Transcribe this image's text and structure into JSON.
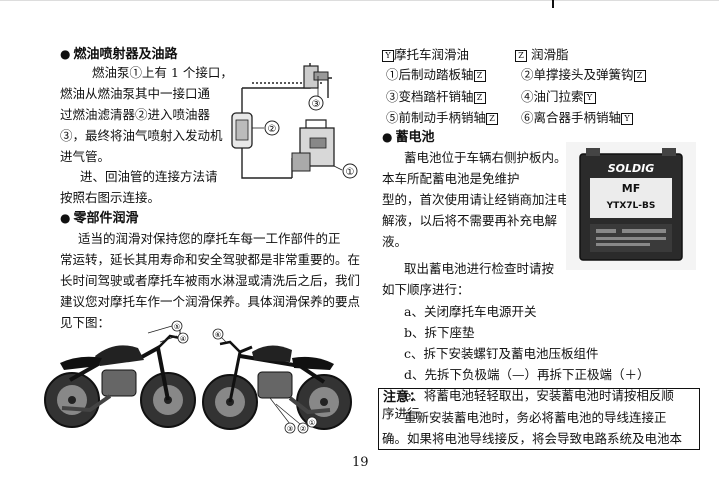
{
  "left": {
    "fuel_heading": "燃油喷射器及油路",
    "fuel_lines": [
      "燃油泵①上有 1 个接口，",
      "燃油从燃油泵其中一接口通",
      "过燃油滤清器②进入喷油器",
      "③，最终将油气喷射入发动机",
      "进气管。",
      "进、回油管的连接方法请",
      "按照右图示连接。"
    ],
    "diagram_labels": [
      "①",
      "②",
      "③"
    ],
    "lube_heading": "零部件润滑",
    "lube_lines": [
      "适当的润滑对保持您的摩托车每一工作部件的正",
      "常运转，延长其用寿命和安全驾驶都是非常重要的。在",
      "长时间驾驶或者摩托车被雨水淋湿或清洗后之后，我们",
      "建议您对摩托车作一个润滑保养。具体润滑保养的要点",
      "见下图："
    ],
    "moto_labels": [
      "①",
      "②",
      "③",
      "④",
      "⑤",
      "⑥"
    ]
  },
  "right": {
    "legend_oil_mark": "Y",
    "legend_oil": "摩托车润滑油",
    "legend_grease_mark": "Z",
    "legend_grease": "润滑脂",
    "items": [
      {
        "text": "①后制动踏板轴",
        "mark": "Z"
      },
      {
        "text": "②单撑接头及弹簧钩",
        "mark": "Z"
      },
      {
        "text": "③变档踏杆销轴",
        "mark": "Z"
      },
      {
        "text": "④油门拉索",
        "mark": "Y"
      },
      {
        "text": "⑤前制动手柄销轴",
        "mark": "Z"
      },
      {
        "text": "⑥离合器手柄销轴",
        "mark": "Y"
      }
    ],
    "battery_heading": "蓄电池",
    "battery_lines": [
      "蓄电池位于车辆右侧护板内。",
      "本车所配蓄电池是免维护",
      "型的，首次使用请让经销商加注电",
      "解液，以后将不需要再补充电解",
      "液。",
      "取出蓄电池进行检查时请按",
      "如下顺序进行：",
      "a、关闭摩托车电源开关",
      "b、拆下座垫",
      "c、拆下安装螺钉及蓄电池压板组件",
      "d、先拆下负极端（—）再拆下正极端（＋）",
      "e、将蓄电池轻轻取出，安装蓄电池时请按相反顺",
      "序进行"
    ],
    "battery_brand": "SOLDIG",
    "battery_type": "MF",
    "battery_model": "YTX7L-BS",
    "note_title": "注意：",
    "note_lines": [
      "重新安装蓄电池时，务必将蓄电池的导线连接正",
      "确。如果将电池导线接反，将会导致电路系统及电池本"
    ]
  },
  "page_number": "19"
}
